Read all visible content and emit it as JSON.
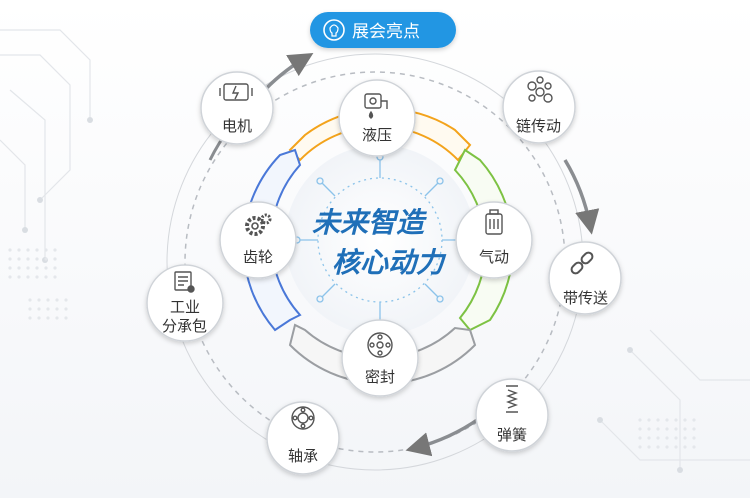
{
  "header": {
    "label": "展会亮点",
    "icon": "lightbulb-icon",
    "color": "#2196e3"
  },
  "center": {
    "line1": "未来智造",
    "line2": "核心动力",
    "color": "#1f6fb8"
  },
  "inner_ring": {
    "items": [
      {
        "label": "液压",
        "icon": "hydraulic-icon",
        "color": "#f3a31b"
      },
      {
        "label": "气动",
        "icon": "pneumatic-icon",
        "color": "#7dc243"
      },
      {
        "label": "密封",
        "icon": "seal-icon",
        "color": "#808080"
      },
      {
        "label": "齿轮",
        "icon": "gear-icon",
        "color": "#4a78d8"
      }
    ]
  },
  "outer_ring": {
    "items": [
      {
        "label": "电机",
        "icon": "motor-icon"
      },
      {
        "label": "链传动",
        "icon": "chain-drive-icon"
      },
      {
        "label": "带传送",
        "icon": "belt-link-icon"
      },
      {
        "label": "弹簧",
        "icon": "spring-icon"
      },
      {
        "label": "轴承",
        "icon": "bearing-icon"
      },
      {
        "label": "工业",
        "label2": "分承包",
        "icon": "subcontract-icon"
      }
    ]
  }
}
